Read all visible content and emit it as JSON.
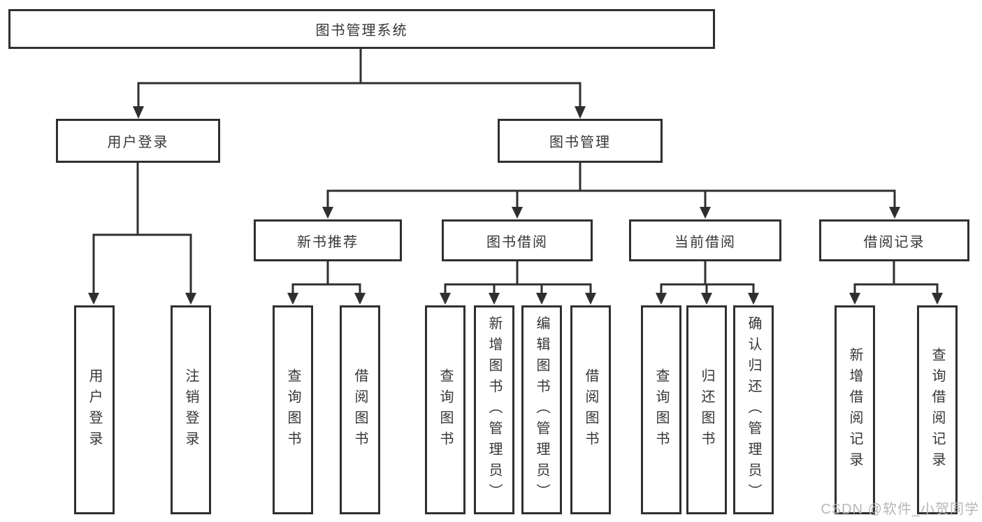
{
  "diagram_title": "图书管理系统",
  "nodes": {
    "root": "图书管理系统",
    "login": {
      "label": "用户登录",
      "children": [
        "用户登录",
        "注销登录"
      ]
    },
    "manage": {
      "label": "图书管理"
    },
    "recommend": {
      "label": "新书推荐",
      "children": [
        "查询图书",
        "借阅图书"
      ]
    },
    "borrow": {
      "label": "图书借阅",
      "children": [
        "查询图书",
        "新增图书（管理员）",
        "编辑图书（管理员）",
        "借阅图书"
      ]
    },
    "current": {
      "label": "当前借阅",
      "children": [
        "查询图书",
        "归还图书",
        "确认归还（管理员）"
      ]
    },
    "records": {
      "label": "借阅记录",
      "children": [
        "新增借阅记录",
        "查询借阅记录"
      ]
    }
  },
  "watermark": "CSDN @软件_小贺同学",
  "colors": {
    "line": "#2f2f2f",
    "text": "#363636",
    "watermark": "#b4b4b4",
    "background": "#ffffff"
  }
}
